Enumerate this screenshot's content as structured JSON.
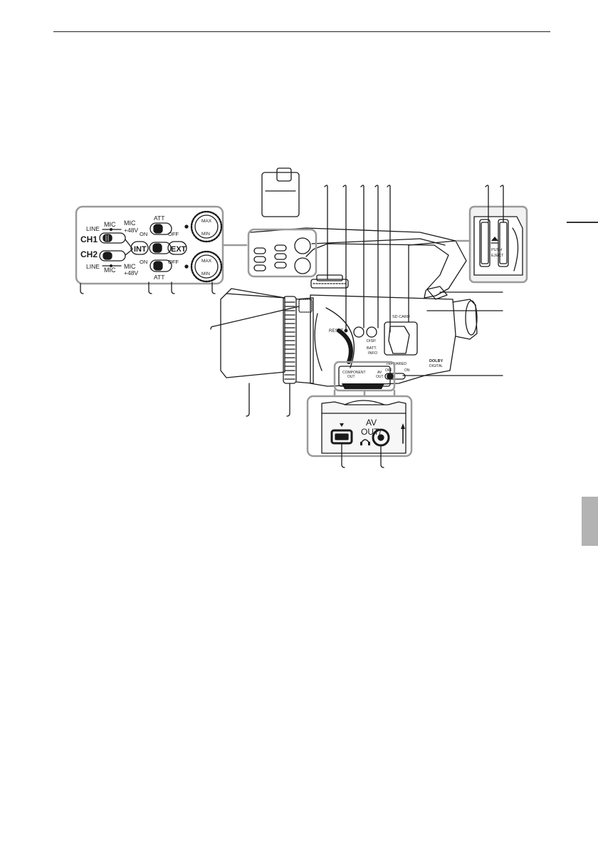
{
  "figure": {
    "mic_panel": {
      "ch1": "CH1",
      "ch2": "CH2",
      "line": "LINE",
      "mic": "MIC",
      "mic48": "MIC",
      "plus48v": "+48V",
      "att": "ATT",
      "on": "ON",
      "off": "OFF",
      "int": "INT",
      "ext": "EXT",
      "max": "MAX",
      "min": "MIN"
    },
    "body": {
      "reset": "RESET",
      "sd_card": "SD CARD",
      "disp": "DISP.",
      "batt_info": "BATT.\nINFO",
      "infrared": "INFRARED",
      "off": "OFF",
      "on": "ON",
      "component_out": "COMPONENT\nOUT",
      "av_out_small": "AV\nOUT",
      "dolby": "DOLBY",
      "digital": "DIGITAL",
      "push_eject": "PUSH\nEJECT"
    },
    "connector_callout": {
      "av": "AV",
      "out": "OUT/"
    }
  },
  "colors": {
    "line": "#1a1a1a",
    "panel_border": "#9a9a9a",
    "panel_fill": "#f2f2f2",
    "edge_tab": "#b3b3b3"
  },
  "icons": [
    "headphone-icon",
    "usb-triangle-icon",
    "eject-icon"
  ]
}
